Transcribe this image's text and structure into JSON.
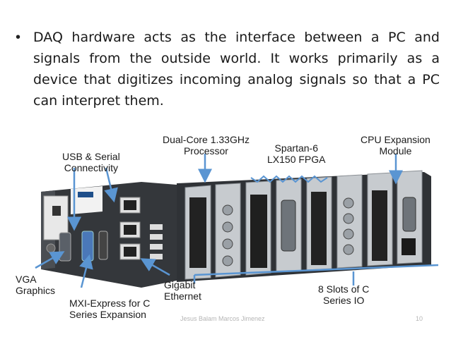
{
  "slide": {
    "bullet_text": "DAQ hardware acts as the interface between a PC and signals from the outside world. It works primarily as a device that digitizes incoming analog signals so that a PC can interpret them."
  },
  "figure_labels": {
    "usb_serial": "USB & Serial",
    "connectivity": "Connectivity",
    "dual_core": "Dual-Core 1.33GHz",
    "processor": "Processor",
    "spartan": "Spartan-6",
    "fpga": "LX150 FPGA",
    "cpu_expansion": "CPU Expansion",
    "module": "Module",
    "vga": "VGA",
    "graphics": "Graphics",
    "mxi_1": "MXI-Express for C",
    "mxi_2": "Series Expansion",
    "gigabit": "Gigabit",
    "ethernet": "Ethernet",
    "slots_1": "8 Slots of C",
    "slots_2": "Series IO"
  },
  "footer": {
    "author": "Jesus Balam Marcos Jimenez",
    "page": "10"
  },
  "colors": {
    "arrow": "#5a95d2",
    "chassis": "#3a3d41",
    "module": "#c9cdd1"
  }
}
